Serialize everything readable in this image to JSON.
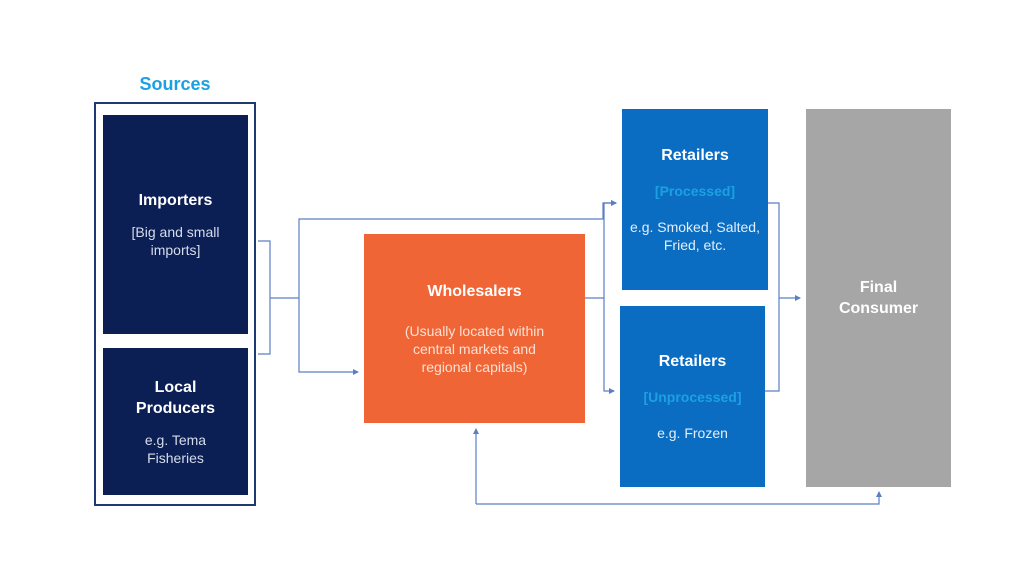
{
  "sources": {
    "title": "Sources"
  },
  "nodes": {
    "importers": {
      "title": "Importers",
      "subtitle": "[Big and small imports]"
    },
    "local_producers": {
      "title": "Local Producers",
      "subtitle": "e.g. Tema Fisheries"
    },
    "wholesalers": {
      "title": "Wholesalers",
      "subtitle": "(Usually located within central markets and regional capitals)"
    },
    "retailers_processed": {
      "title": "Retailers",
      "tag": "[Processed]",
      "subtitle": "e.g. Smoked, Salted, Fried, etc."
    },
    "retailers_unprocessed": {
      "title": "Retailers",
      "tag": "[Unprocessed]",
      "subtitle": "e.g. Frozen"
    },
    "final_consumer": {
      "title": "Final Consumer"
    }
  },
  "colors": {
    "sources_title": "#1BA1E2",
    "sources_frame": "#1F3A73",
    "navy": "#0C1F55",
    "orange": "#EF6535",
    "blue": "#0A6DC2",
    "grey": "#A6A6A6",
    "tag": "#1BA1E2",
    "connector": "#5B7FC4"
  }
}
